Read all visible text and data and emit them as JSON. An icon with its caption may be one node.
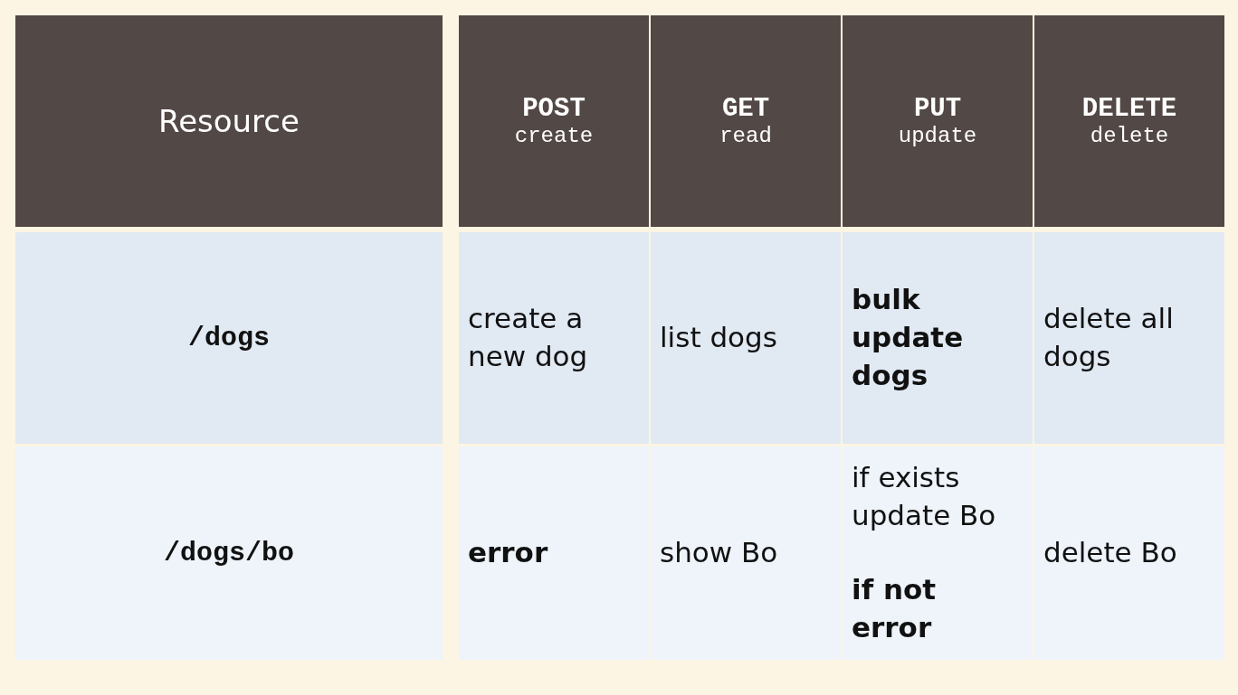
{
  "diagram": {
    "labels": [
      "Resource",
      "POST",
      "create",
      "GET",
      "read",
      "PUT",
      "update",
      "DELETE",
      "delete",
      "/dogs",
      "create a new dog",
      "list dogs",
      "bulk update dogs",
      "delete all dogs",
      "/dogs/bo",
      "error",
      "show Bo",
      "if exists update Bo",
      "if not error",
      "delete Bo"
    ]
  }
}
